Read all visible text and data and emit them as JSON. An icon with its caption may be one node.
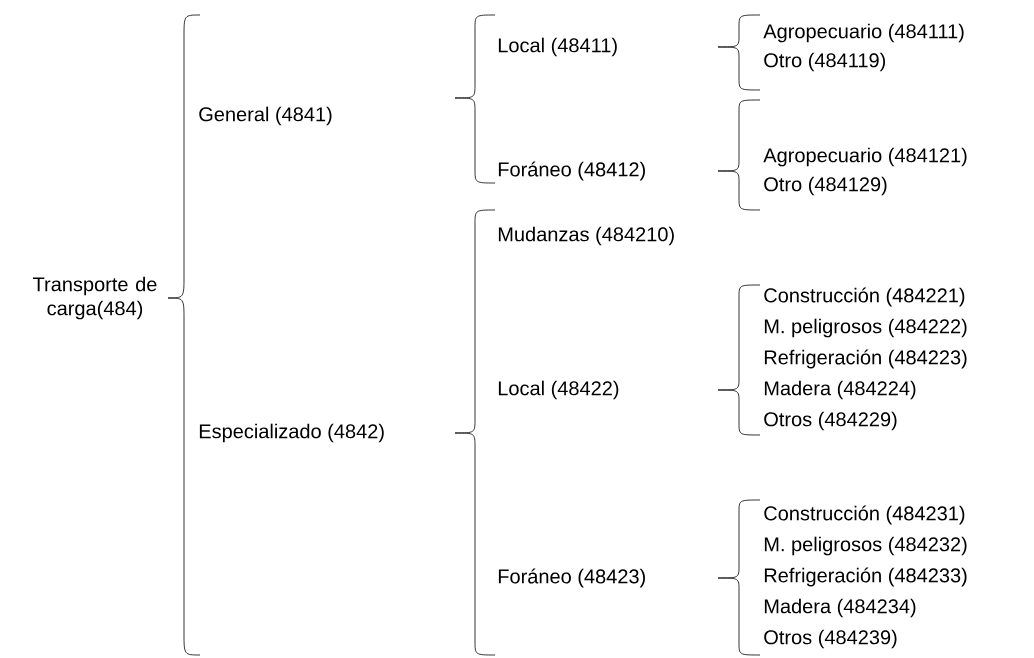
{
  "diagram": {
    "nodes": [
      {
        "text": [
          "Transporte de carga(484)"
        ]
      },
      {
        "text": [
          "General (4841)"
        ]
      },
      {
        "text": [
          "Local (48411)"
        ]
      },
      {
        "text": [
          "Agropecuario (484111)"
        ]
      },
      {
        "text": [
          "Otro (484119)"
        ]
      },
      {
        "text": [
          "Foráneo (48412)"
        ]
      },
      {
        "text": [
          "Agropecuario (484121)"
        ]
      },
      {
        "text": [
          "Otro (484129)"
        ]
      },
      {
        "text": [
          "Especializado (4842)"
        ]
      },
      {
        "text": [
          "Mudanzas (484210)"
        ]
      },
      {
        "text": [
          "Local (48422)"
        ]
      },
      {
        "text": [
          "Construcción (484221)"
        ]
      },
      {
        "text": [
          "M. peligrosos (484222)"
        ]
      },
      {
        "text": [
          "Refrigeración (484223)"
        ]
      },
      {
        "text": [
          "Madera (484224)"
        ]
      },
      {
        "text": [
          "Otros (484229)"
        ]
      },
      {
        "text": [
          "Foráneo (48423)"
        ]
      },
      {
        "text": [
          "Construcción (484231)"
        ]
      },
      {
        "text": [
          "M. peligrosos (484232)"
        ]
      },
      {
        "text": [
          "Refrigeración (484233)"
        ]
      },
      {
        "text": [
          "Madera (484234)"
        ]
      },
      {
        "text": [
          "Otros (484239)"
        ]
      }
    ]
  }
}
